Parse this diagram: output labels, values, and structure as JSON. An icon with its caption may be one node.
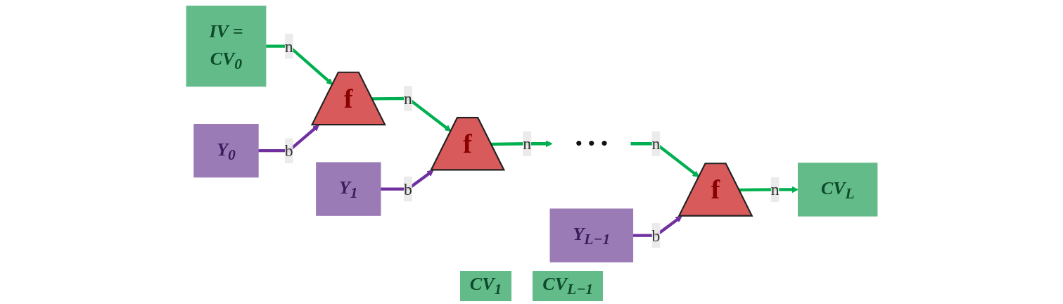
{
  "diagram": {
    "nodes": [
      {
        "text": [
          "Y$_{0}$"
        ]
      },
      {
        "text": [
          "Y$_{1}$"
        ]
      },
      {
        "text": [
          "Y$_{L−1}$"
        ]
      },
      {
        "text": [
          "IV =",
          "CV$_{0}$"
        ]
      },
      {
        "text": [
          "f"
        ]
      },
      {
        "text": [
          "f"
        ]
      },
      {
        "text": [
          "• • •"
        ]
      },
      {
        "text": [
          "f"
        ]
      },
      {
        "text": [
          "CV$_{L}$"
        ]
      }
    ],
    "edges": [
      {
        "from": 3,
        "to": 4,
        "arrow": "to",
        "label": "n"
      },
      {
        "from": 0,
        "to": 4,
        "arrow": "to",
        "label": "b",
        "color": "#7030a0"
      },
      {
        "from": 4,
        "to": 5,
        "arrow": "to",
        "label": "n"
      },
      {
        "from": 1,
        "to": 5,
        "arrow": "to",
        "label": "b",
        "color": "#7030a0"
      },
      {
        "from": 5,
        "to": 6,
        "arrow": "to",
        "label": "n"
      },
      {
        "from": 6,
        "to": 7,
        "arrow": "to",
        "label": "n"
      },
      {
        "from": 2,
        "to": 7,
        "arrow": "to",
        "label": "b",
        "color": "#7030a0"
      },
      {
        "from": 7,
        "to": 8,
        "arrow": "to",
        "label": "n"
      }
    ],
    "labels": [
      "CV$_{1}$",
      "CV$_{L−1}$"
    ]
  }
}
